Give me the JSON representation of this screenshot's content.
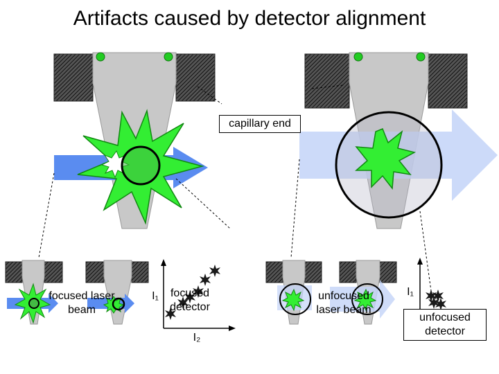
{
  "title": "Artifacts caused by detector alignment",
  "labels": {
    "capillary_end": "capillary end",
    "focused_laser_beam": "focused laser\nbeam",
    "focused_detector": "focused\ndetector",
    "unfocused_laser_beam": "unfocused\nlaser beam",
    "unfocused_detector": "unfocused\ndetector",
    "axis_I1_left": "I₁",
    "axis_I2_left": "I₂",
    "axis_I1_right": "I₁"
  },
  "colors": {
    "capillary_gray": "#c8c8c8",
    "block_dark": "#3a3a3a",
    "beam_blue": "#5a8cf0",
    "beam_light_blue": "#c3d3f8",
    "flash_green": "#33ee33",
    "dot_green": "#22cc22",
    "star_dark": "#1a1a1a"
  }
}
